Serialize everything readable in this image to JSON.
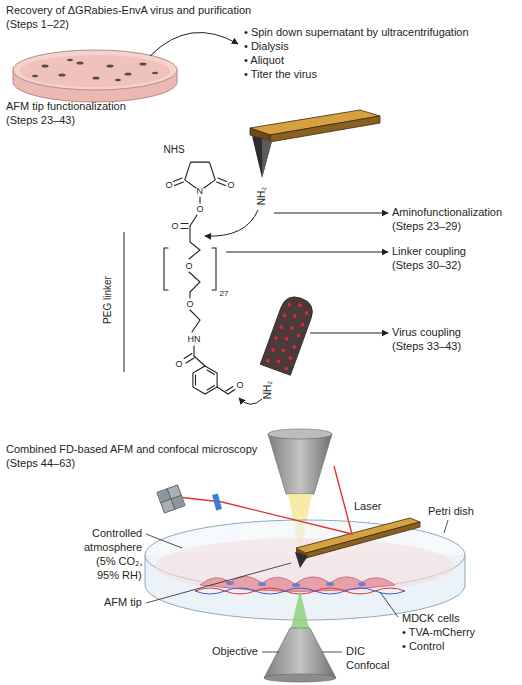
{
  "diagram": {
    "labels": [
      "Recovery of ΔGRabies-EnvA virus and purification",
      "(Steps 1–22)",
      "• Spin down supernatant by ultracentrifugation",
      "• Dialysis",
      "• Aliquot",
      "• Titer the virus",
      "AFM tip functionalization",
      "(Steps 23–43)",
      "NHS",
      "O",
      "N",
      "O",
      "NH₂",
      "Aminofunctionalization",
      "(Steps 23–29)",
      "O",
      "O",
      "Linker coupling",
      "(Steps 30–32)",
      "O",
      "27",
      "PEG linker",
      "O",
      "Virus coupling",
      "(Steps 33–43)",
      "HN",
      "O",
      "O",
      "NH₂",
      "Combined FD-based AFM and confocal microscopy",
      "(Steps 44–63)",
      "Laser",
      "Petri dish",
      "Controlled",
      "atmosphere",
      "(5% CO₂,",
      "95% RH)",
      "AFM tip",
      "MDCK cells",
      "• TVA-mCherry",
      "• Control",
      "Objective",
      "DIC",
      "Confocal"
    ]
  }
}
